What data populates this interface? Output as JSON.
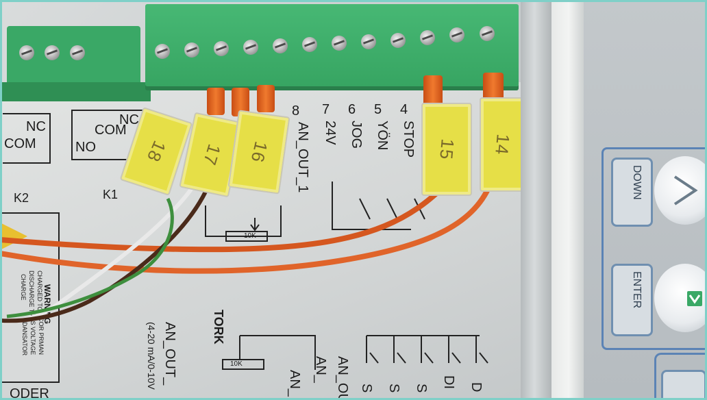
{
  "terminal_labels": {
    "t8": "8",
    "t7": "7",
    "t6": "6",
    "t5": "5",
    "t4": "4",
    "an_out_1": "AN_OUT_1",
    "v24": "24V",
    "jog": "JOG",
    "yon": "YÖN",
    "stop": "STOP"
  },
  "relay_labels": {
    "nc_k2": "NC",
    "com_k2": "COM",
    "k2": "K2",
    "no_k1": "NO",
    "com_k1": "COM",
    "nc_k1": "NC",
    "k1": "K1"
  },
  "resistor_top": "10K",
  "resistor_bottom": "10K",
  "tork": "TORK",
  "an_out_bottom": "AN_OUT_",
  "an_out_range": "(4-20 mA/0-10V",
  "an_bottom_mid": "AN_",
  "an_bottom_small": "AN_",
  "an_ou_right": "AN_OU",
  "warning_text": {
    "line1": "WARNING",
    "line2": "CHARGED TO",
    "line3": "DISCHARGE TI",
    "line4": "CHARGE",
    "line5": "TICOR PRMAN",
    "line6": "OUS VOLTAGE",
    "line7": "DANSATOR"
  },
  "bottom_left": "ODER",
  "bottom_right_letters": [
    "S",
    "S",
    "S",
    "DI",
    "D"
  ],
  "sleeve_numbers": [
    "18",
    "17",
    "16",
    "15",
    "14"
  ],
  "buttons": {
    "down": "DOWN",
    "enter": "ENTER"
  },
  "colors": {
    "terminal_block": "#3fae6a",
    "wire_orange": "#e0642a",
    "sleeve_yellow": "#e6df47",
    "button_border": "#6f8fb0"
  }
}
